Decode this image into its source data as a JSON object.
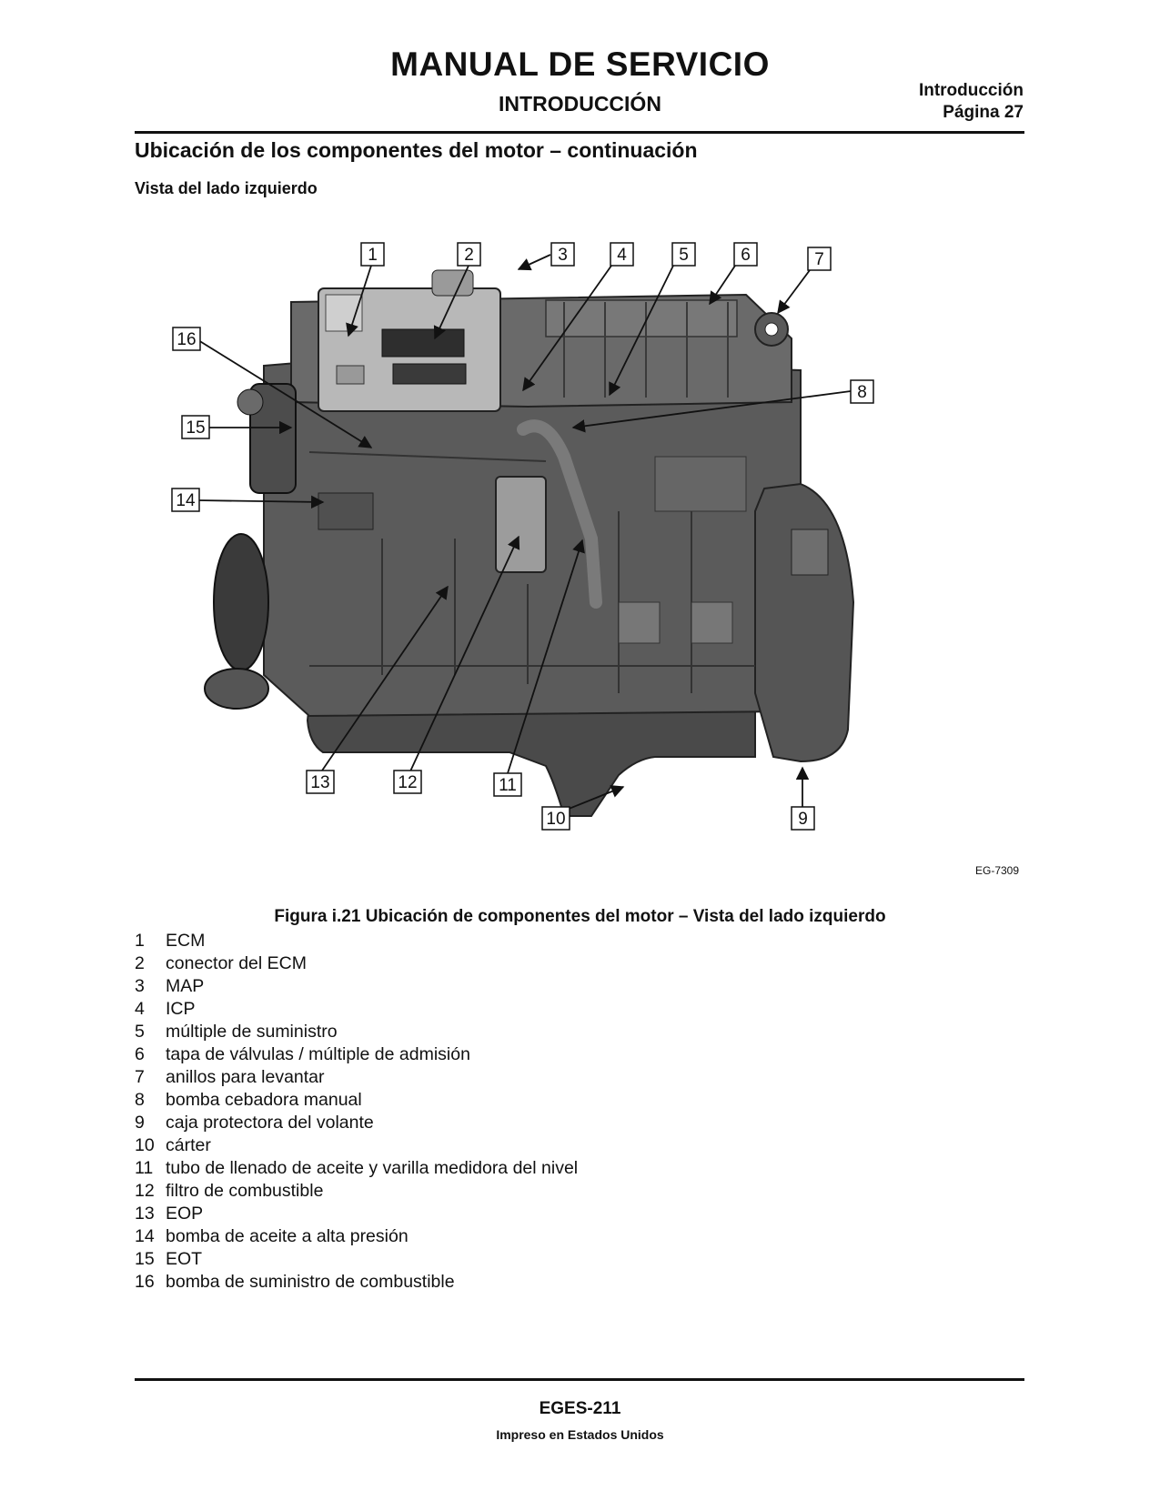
{
  "header": {
    "title": "MANUAL DE SERVICIO",
    "subtitle": "INTRODUCCIÓN",
    "section": "Introducción",
    "page": "Página 27"
  },
  "section_title": "Ubicación de los componentes del motor – continuación",
  "subsection_title": "Vista del lado izquierdo",
  "figure": {
    "id": "EG-7309",
    "callouts": [
      "1",
      "2",
      "3",
      "4",
      "5",
      "6",
      "7",
      "8",
      "9",
      "10",
      "11",
      "12",
      "13",
      "14",
      "15",
      "16"
    ]
  },
  "caption": "Figura i.21 Ubicación de componentes del motor – Vista del lado izquierdo",
  "legend": [
    {
      "num": "1",
      "text": "ECM"
    },
    {
      "num": "2",
      "text": "conector del ECM"
    },
    {
      "num": "3",
      "text": "MAP"
    },
    {
      "num": "4",
      "text": "ICP"
    },
    {
      "num": "5",
      "text": "múltiple de suministro"
    },
    {
      "num": "6",
      "text": "tapa de válvulas / múltiple de admisión"
    },
    {
      "num": "7",
      "text": "anillos para levantar"
    },
    {
      "num": "8",
      "text": "bomba cebadora manual"
    },
    {
      "num": "9",
      "text": "caja protectora del volante"
    },
    {
      "num": "10",
      "text": "cárter"
    },
    {
      "num": "11",
      "text": "tubo de llenado de aceite y varilla medidora del nivel"
    },
    {
      "num": "12",
      "text": "filtro de combustible"
    },
    {
      "num": "13",
      "text": "EOP"
    },
    {
      "num": "14",
      "text": "bomba de aceite a alta presión"
    },
    {
      "num": "15",
      "text": "EOT"
    },
    {
      "num": "16",
      "text": "bomba de suministro de combustible"
    }
  ],
  "footer": {
    "doc_id": "EGES-211",
    "printed": "Impreso en Estados Unidos"
  }
}
